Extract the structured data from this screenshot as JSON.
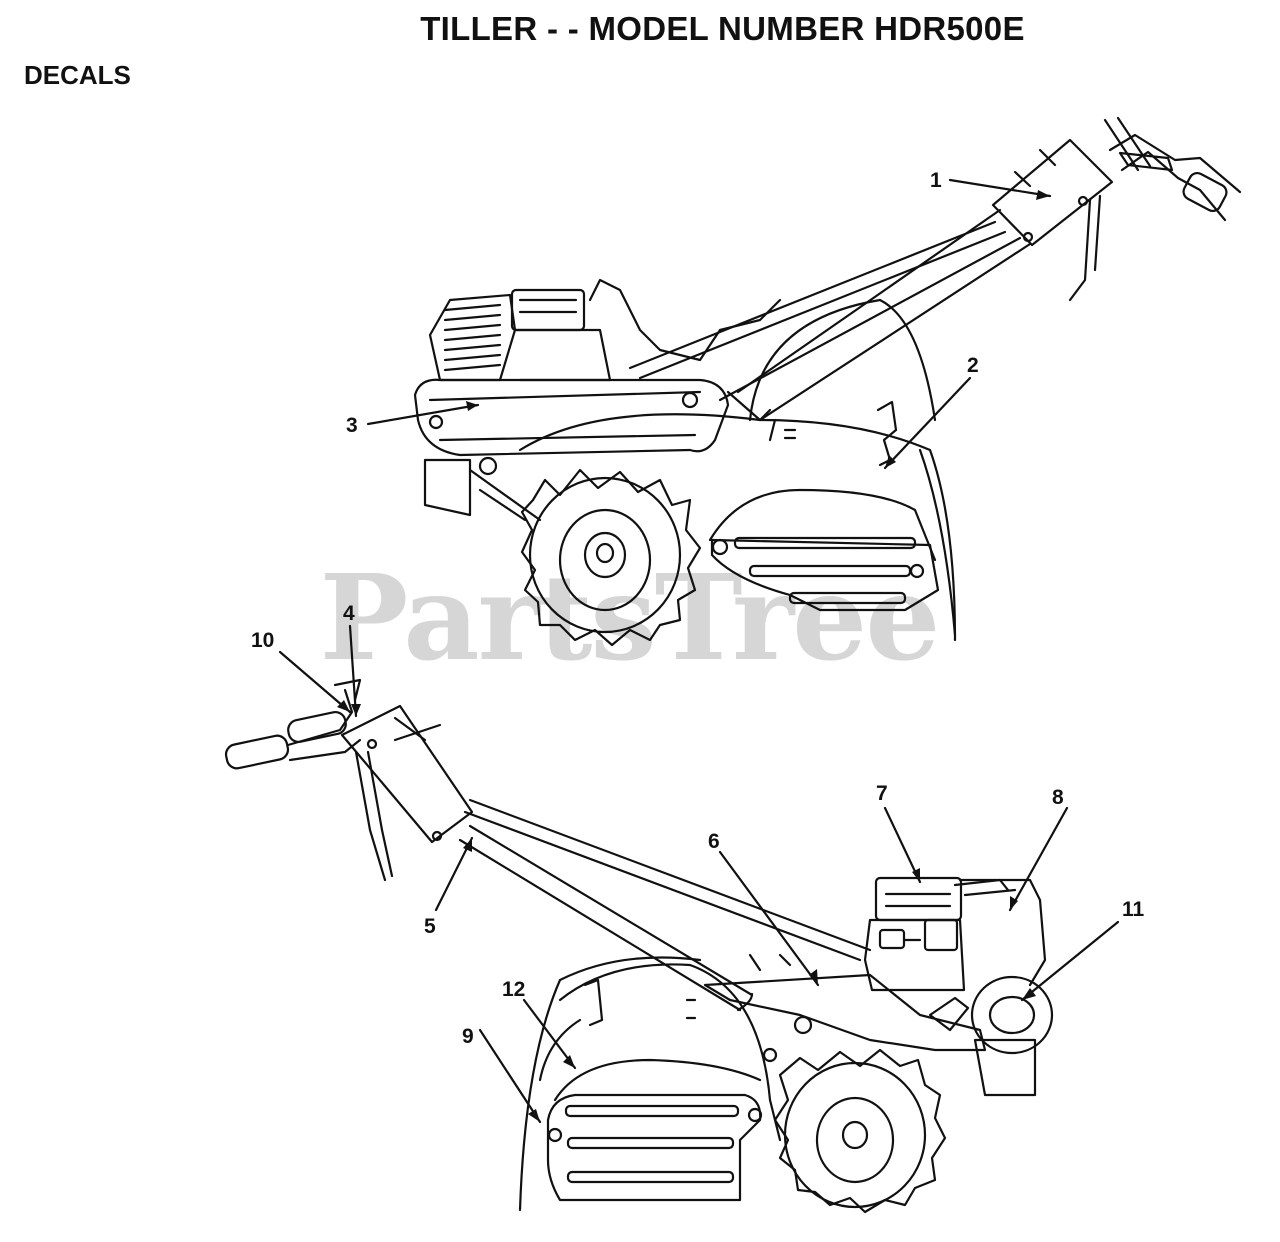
{
  "title": "TILLER - - MODEL NUMBER HDR500E",
  "section": "DECALS",
  "watermark": "PartsTree",
  "callouts": {
    "c1": "1",
    "c2": "2",
    "c3": "3",
    "c4": "4",
    "c5": "5",
    "c6": "6",
    "c7": "7",
    "c8": "8",
    "c9": "9",
    "c10": "10",
    "c11": "11",
    "c12": "12"
  }
}
